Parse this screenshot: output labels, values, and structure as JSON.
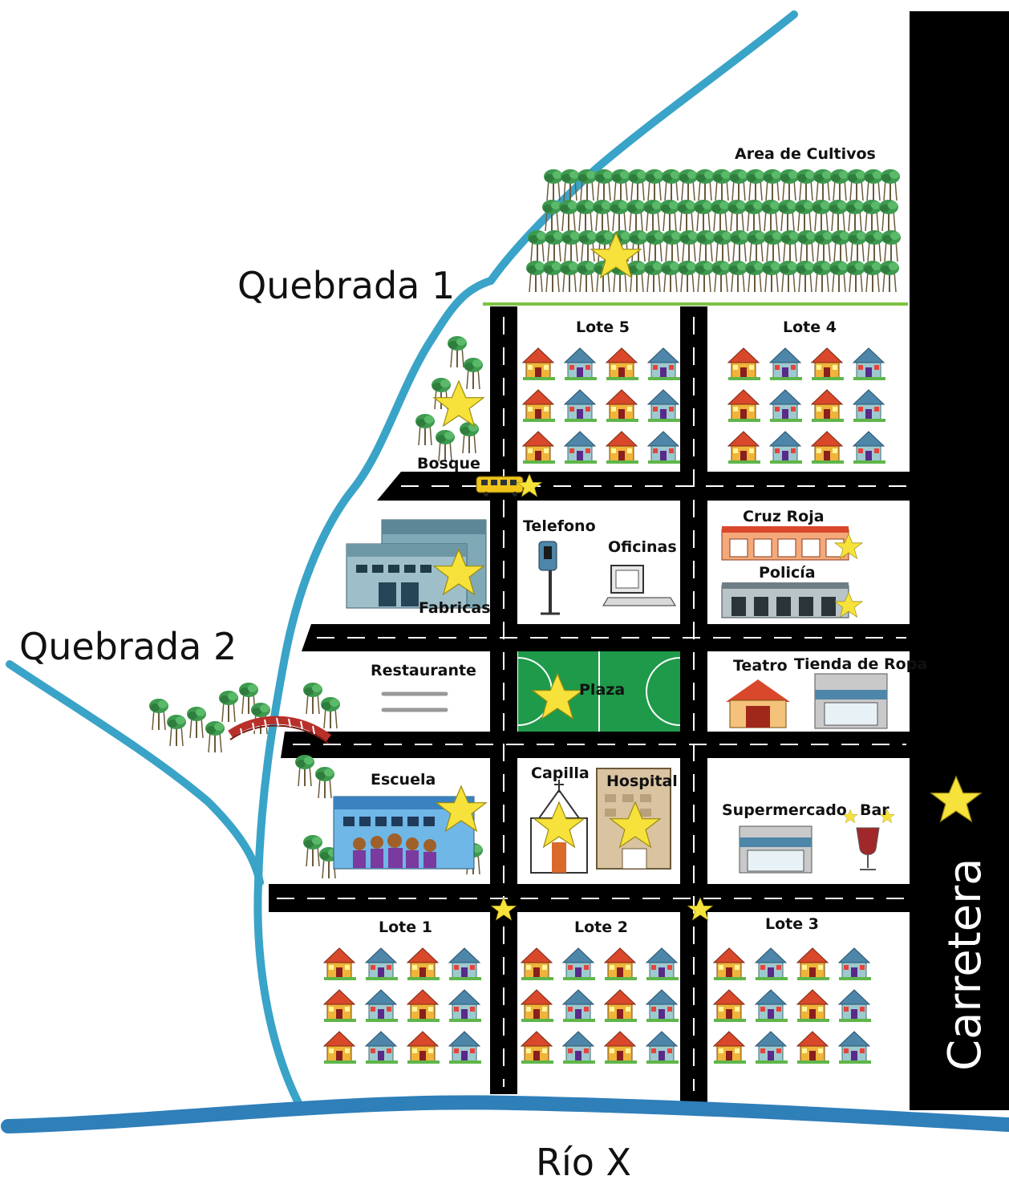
{
  "labels": {
    "quebrada1": "Quebrada 1",
    "quebrada2": "Quebrada 2",
    "rio": "Río X",
    "carretera": "Carretera",
    "cultivos": "Area de Cultivos",
    "bosque": "Bosque",
    "lote1": "Lote 1",
    "lote2": "Lote 2",
    "lote3": "Lote 3",
    "lote4": "Lote 4",
    "lote5": "Lote 5",
    "telefono": "Telefono",
    "oficinas": "Oficinas",
    "cruz_roja": "Cruz Roja",
    "policia": "Policía",
    "fabricas": "Fabricas",
    "restaurante": "Restaurante",
    "plaza": "Plaza",
    "teatro": "Teatro",
    "tienda": "Tienda de Ropa",
    "escuela": "Escuela",
    "capilla": "Capilla",
    "hospital": "Hospital",
    "supermercado": "Supermercado",
    "bar": "Bar"
  },
  "colors": {
    "river": "#3aa3c8",
    "river_x": "#2f7fb9",
    "road": "#000000",
    "field": "#1f9a4a",
    "star": "#f6e23a",
    "grass_line": "#7cc243"
  },
  "icons": {
    "house": "house-icon",
    "star": "star-icon",
    "tree": "tree-icon",
    "bus": "bus-icon",
    "bridge": "bridge-icon"
  }
}
